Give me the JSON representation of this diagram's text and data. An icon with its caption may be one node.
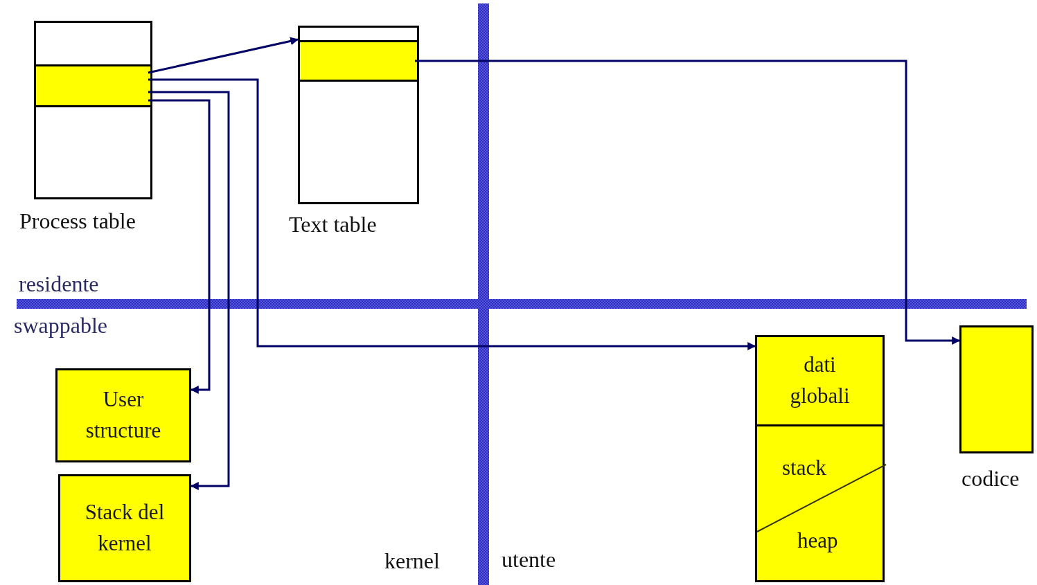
{
  "diagram": {
    "nodes": [
      {
        "text": [
          "Process table"
        ]
      },
      {
        "text": [],
        "shape": "bar",
        "in": 0
      },
      {
        "text": [
          "Text table"
        ]
      },
      {
        "text": [],
        "shape": "bar",
        "in": 2
      },
      {
        "text": [
          "User structure"
        ]
      },
      {
        "text": [
          "Stack del kernel"
        ]
      },
      {
        "text": [
          "dati globali"
        ]
      },
      {
        "text": [
          "stack",
          "heap"
        ]
      },
      {
        "text": [
          "codice"
        ]
      }
    ],
    "edges": [
      {
        "from": 1,
        "to": 2,
        "arrow": "to"
      },
      {
        "from": 1,
        "to": 6,
        "arrow": "to"
      },
      {
        "from": 1,
        "to": 5,
        "arrow": "to"
      },
      {
        "from": 1,
        "to": 4,
        "arrow": "to"
      },
      {
        "from": 3,
        "to": 8,
        "arrow": "to"
      }
    ],
    "labels": [
      "residente",
      "swappable",
      "kernel",
      "utente"
    ]
  }
}
